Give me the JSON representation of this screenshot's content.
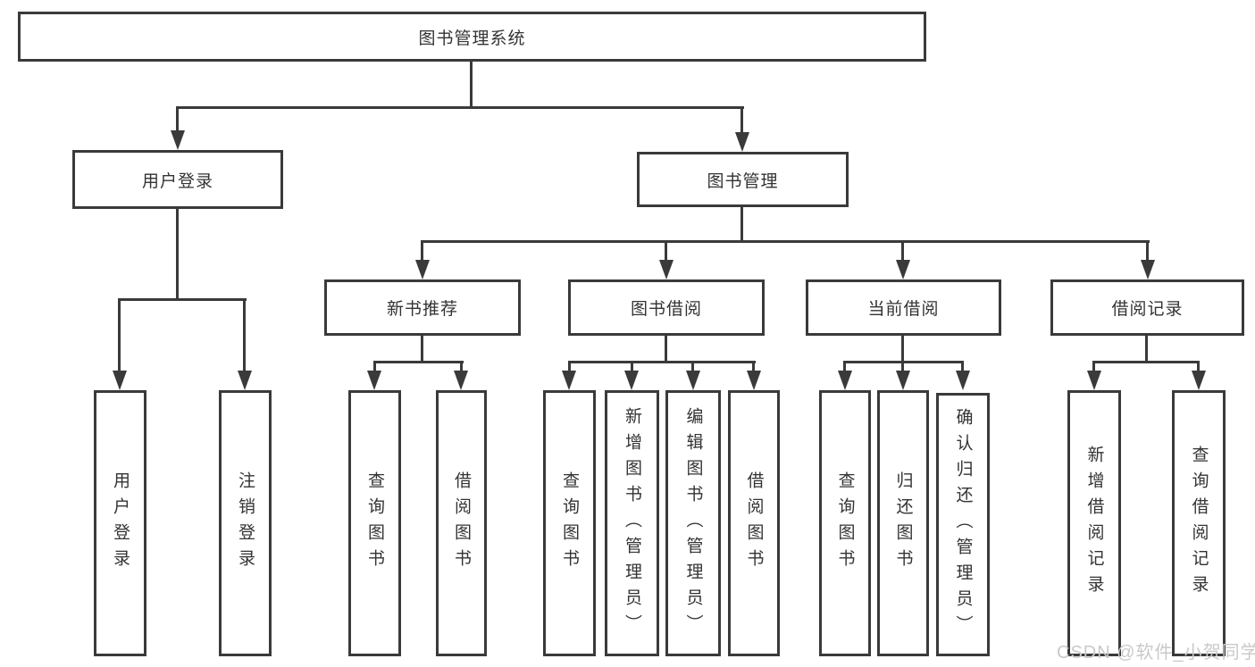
{
  "colors": {
    "line": "#3a3a3a",
    "box_border": "#3a3a3a",
    "text": "#333333",
    "watermark": "#c9c9c9",
    "background": "#ffffff"
  },
  "watermark": {
    "text": "CSDN @软件_小贺同学"
  },
  "tree": {
    "root": {
      "label": "图书管理系统"
    },
    "branches": [
      {
        "label": "用户登录",
        "children": [
          {
            "label": "用户登录"
          },
          {
            "label": "注销登录"
          }
        ]
      },
      {
        "label": "图书管理",
        "children": [
          {
            "label": "新书推荐",
            "children": [
              {
                "label": "查询图书"
              },
              {
                "label": "借阅图书"
              }
            ]
          },
          {
            "label": "图书借阅",
            "children": [
              {
                "label": "查询图书"
              },
              {
                "label": "新增图书（管理员）"
              },
              {
                "label": "编辑图书（管理员）"
              },
              {
                "label": "借阅图书"
              }
            ]
          },
          {
            "label": "当前借阅",
            "children": [
              {
                "label": "查询图书"
              },
              {
                "label": "归还图书"
              },
              {
                "label": "确认归还（管理员）"
              }
            ]
          },
          {
            "label": "借阅记录",
            "children": [
              {
                "label": "新增借阅记录"
              },
              {
                "label": "查询借阅记录"
              }
            ]
          }
        ]
      }
    ]
  }
}
